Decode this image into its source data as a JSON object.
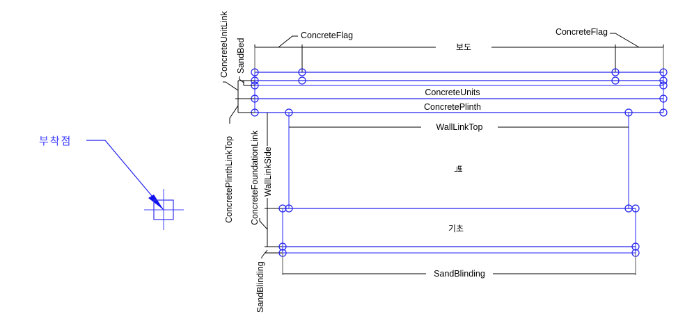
{
  "diagram": {
    "type": "cross-section-assembly",
    "accent_color": "#2020ee",
    "dimension_color": "#000000",
    "anchor": {
      "label": "부착점",
      "icon": "crosshair-anchor-icon"
    },
    "section_labels": {
      "sidewalk": "보도",
      "wall": "벽",
      "foundation": "기초"
    },
    "layers": {
      "concrete_units": "ConcreteUnits",
      "concrete_plinth": "ConcretePlinth"
    },
    "dimensions": {
      "concrete_flag_left": "ConcreteFlag",
      "concrete_flag_right": "ConcreteFlag",
      "wall_link_top": "WallLinkTop",
      "sand_blinding_bottom": "SandBlinding"
    },
    "vertical_labels": {
      "concrete_unit_link": "ConcreteUnitLink",
      "sand_bed": "SandBed",
      "concrete_plinth_link_top": "ConcretePlinthLinkTop",
      "concrete_foundation_link": "ConcreteFoundationLink",
      "wall_link_side": "WallLinkSide",
      "sand_blinding_side": "SandBlinding"
    }
  }
}
